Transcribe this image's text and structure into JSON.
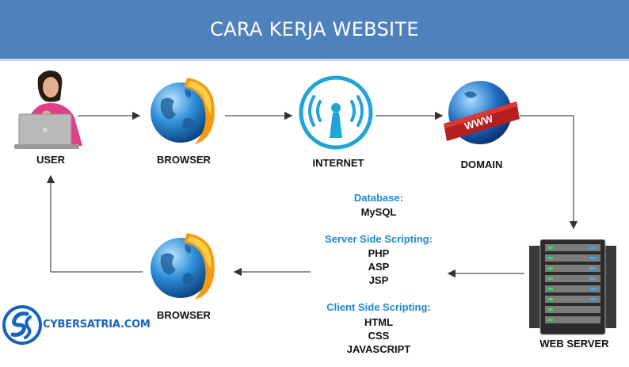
{
  "header": {
    "title": "CARA KERJA WEBSITE",
    "color": "#4f81bd"
  },
  "nodes": {
    "user": "USER",
    "browser_top": "BROWSER",
    "internet": "INTERNET",
    "domain": "DOMAIN",
    "web_server": "WEB SERVER",
    "browser_bottom": "BROWSER"
  },
  "domain_banner_text": "WWW",
  "stack": {
    "database": {
      "heading": "Database:",
      "items": [
        "MySQL"
      ]
    },
    "server_side": {
      "heading": "Server Side Scripting:",
      "items": [
        "PHP",
        "ASP",
        "JSP"
      ]
    },
    "client_side": {
      "heading": "Client Side Scripting:",
      "items": [
        "HTML",
        "CSS",
        "JAVASCRIPT"
      ]
    }
  },
  "logo": {
    "text": "CYBERSATRIA.COM",
    "color": "#1565c0"
  },
  "icons": [
    "person-laptop-icon",
    "browser-globe-icon",
    "wifi-tower-icon",
    "www-globe-icon",
    "server-rack-icon"
  ]
}
